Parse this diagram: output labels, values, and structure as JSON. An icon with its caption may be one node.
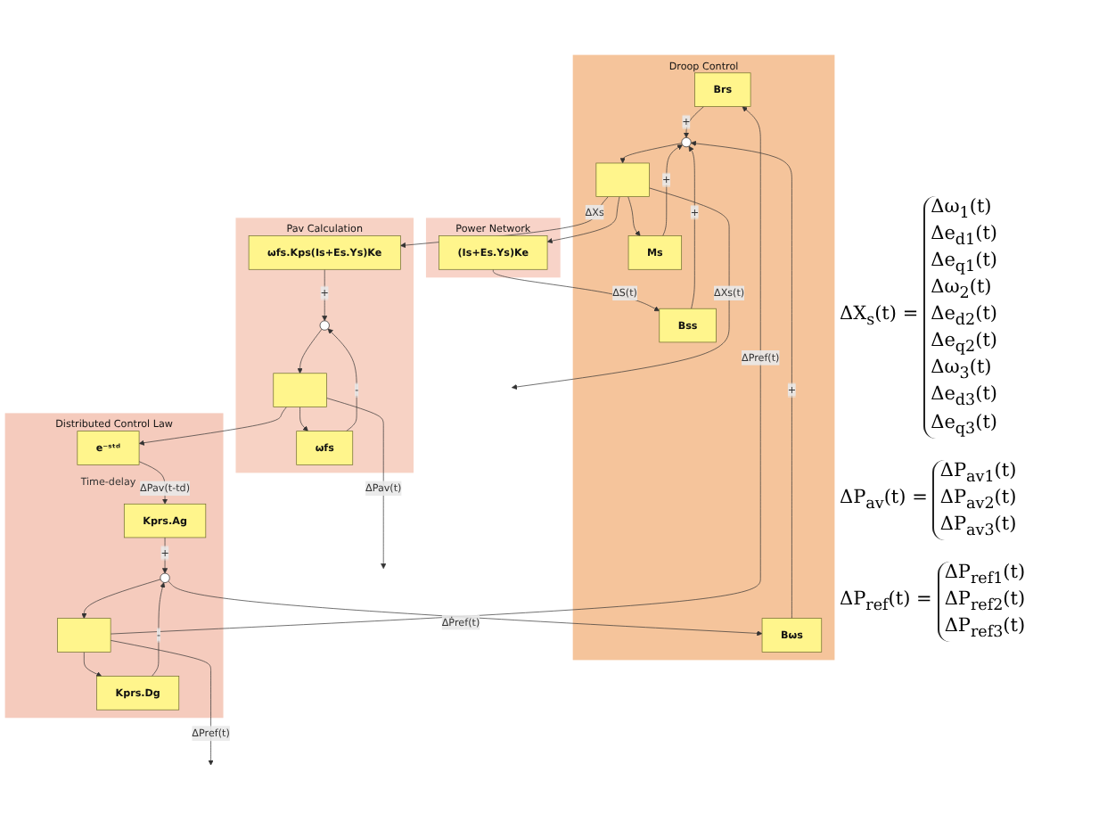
{
  "diagram": {
    "nodes": [
      {
        "text": [
          "Droop Control"
        ]
      },
      {
        "text": [
          "Brs"
        ],
        "in": 0
      },
      {
        "text": [
          "Bωs"
        ],
        "in": 0
      },
      {
        "text": [
          "Bss"
        ],
        "in": 0
      },
      {
        "text": [],
        "shape": "circle",
        "in": 0
      },
      {
        "text": [],
        "shape": "box",
        "in": 0
      },
      {
        "text": [
          "Ms"
        ],
        "in": 0
      },
      {
        "text": [
          "Power Network"
        ]
      },
      {
        "text": [
          "(Is+Es.Ys)Ke"
        ],
        "in": 7
      },
      {
        "text": [
          "Pav Calculation"
        ]
      },
      {
        "text": [
          "ωfs.Kps(Is+Es.Ys)Ke"
        ],
        "in": 9
      },
      {
        "text": [],
        "shape": "circle",
        "in": 9
      },
      {
        "text": [],
        "shape": "box",
        "in": 9
      },
      {
        "text": [
          "ωfs"
        ],
        "in": 9
      },
      {
        "text": [
          "Distributed Control Law"
        ]
      },
      {
        "text": [
          "e⁻ˢᵗᵈ"
        ],
        "in": 14,
        "beside": [
          "Time-delay"
        ]
      },
      {
        "text": [
          "Kprs.Ag"
        ],
        "in": 14
      },
      {
        "text": [],
        "shape": "circle",
        "in": 14
      },
      {
        "text": [],
        "shape": "box",
        "in": 14
      },
      {
        "text": [
          "Kprs.Dg"
        ],
        "in": 14
      }
    ],
    "edges": [
      {
        "from": 18,
        "to": 1,
        "arrow": "to",
        "label": "ΔPref(t)"
      },
      {
        "from": 17,
        "to": 2,
        "arrow": "to",
        "label": "ΔṖref(t)"
      },
      {
        "from": 8,
        "to": 3,
        "arrow": "to",
        "label": "ΔS(t)"
      },
      {
        "from": 1,
        "to": 4,
        "arrow": "to",
        "label": "+"
      },
      {
        "from": 2,
        "to": 4,
        "arrow": "to",
        "label": "+"
      },
      {
        "from": 3,
        "to": 4,
        "arrow": "to",
        "label": "+"
      },
      {
        "from": 6,
        "to": 4,
        "arrow": "to",
        "label": "+"
      },
      {
        "from": 4,
        "to": 5,
        "arrow": "to"
      },
      {
        "from": 5,
        "to": null,
        "arrow": "to",
        "label": "ΔXs(t)"
      },
      {
        "from": 5,
        "to": 6,
        "arrow": "to"
      },
      {
        "from": 5,
        "to": 8,
        "arrow": "to"
      },
      {
        "from": 5,
        "to": 10,
        "arrow": "to",
        "label": "ΔXs"
      },
      {
        "from": 10,
        "to": 11,
        "arrow": "to",
        "label": "+"
      },
      {
        "from": 11,
        "to": 12,
        "arrow": "to"
      },
      {
        "from": 12,
        "to": null,
        "arrow": "to",
        "label": "ΔPav(t)"
      },
      {
        "from": 12,
        "to": 13,
        "arrow": "to"
      },
      {
        "from": 13,
        "to": 11,
        "arrow": "to",
        "label": "-"
      },
      {
        "from": 12,
        "to": 15,
        "arrow": "to"
      },
      {
        "from": 15,
        "to": 16,
        "arrow": "to",
        "label": "ΔPav(t-td)"
      },
      {
        "from": 16,
        "to": 17,
        "arrow": "to",
        "label": "+"
      },
      {
        "from": 17,
        "to": 18,
        "arrow": "to"
      },
      {
        "from": 18,
        "to": null,
        "arrow": "to",
        "label": "ΔPref(t)"
      },
      {
        "from": 18,
        "to": 19,
        "arrow": "to"
      },
      {
        "from": 19,
        "to": 17,
        "arrow": "to",
        "label": "-"
      }
    ],
    "labels": [
      "ΔX$_{s}$(t) =",
      "Δω$_{1}$(t)",
      "Δe$_{d1}$(t)",
      "Δe$_{q1}$(t)",
      "Δω$_{2}$(t)",
      "Δe$_{d2}$(t)",
      "Δe$_{q2}$(t)",
      "Δω$_{3}$(t)",
      "Δe$_{d3}$(t)",
      "Δe$_{q3}$(t)",
      "ΔP$_{av}$(t) =",
      "ΔP$_{av1}$(t)",
      "ΔP$_{av2}$(t)",
      "ΔP$_{av3}$(t)",
      "ΔP$_{ref}$(t) =",
      "ΔP$_{ref1}$(t)",
      "ΔP$_{ref2}$(t)",
      "ΔP$_{ref3}$(t)"
    ]
  }
}
